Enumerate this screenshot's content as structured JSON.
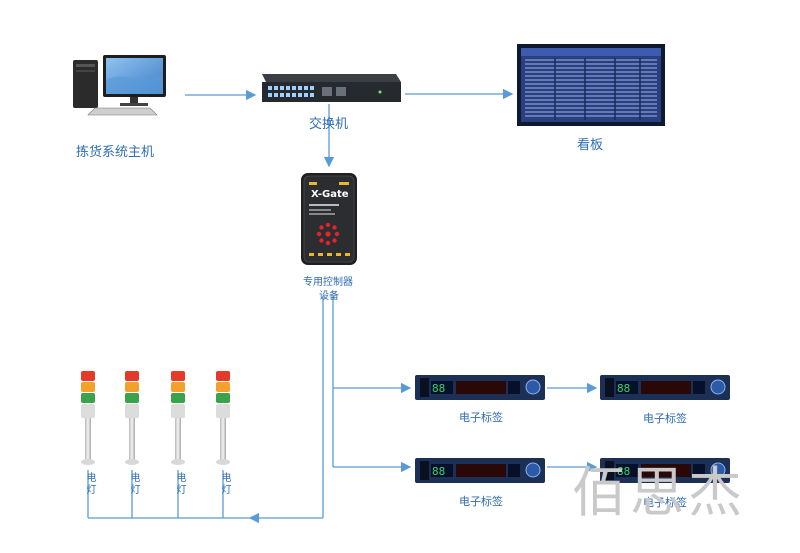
{
  "labels": {
    "host": "拣货系统主机",
    "switch": "交换机",
    "board": "看板",
    "controller_line1": "专用控制器",
    "controller_line2": "设备",
    "tag1": "电子标签",
    "tag2": "电子标签",
    "tag3": "电子标签",
    "tag4": "电子标签",
    "light": "电灯"
  },
  "controller_brand": "X-Gate",
  "watermark": "佰思杰",
  "colors": {
    "line": "#5b9bd5",
    "label": "#2f6db5",
    "device_dark": "#1c2f55",
    "red": "#e33a2a",
    "amber": "#f2a12a",
    "green": "#3aa24a"
  }
}
